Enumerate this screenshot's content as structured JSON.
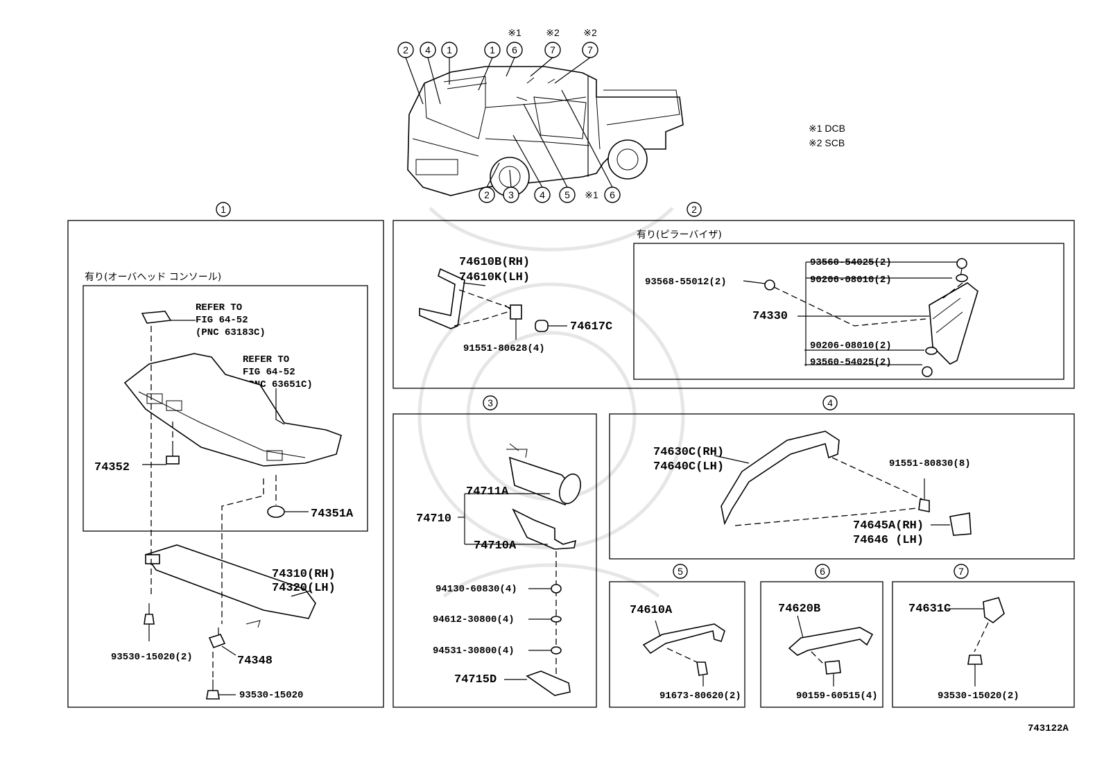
{
  "diagram_id": "743122A",
  "notes": [
    "※1 DCB",
    "※2 SCB"
  ],
  "top_callouts": {
    "upper": [
      "2",
      "4",
      "1",
      "1",
      "6",
      "7",
      "7"
    ],
    "upper_marks": [
      "※1",
      "※2",
      "※2"
    ],
    "lower": [
      "2",
      "3",
      "4",
      "5",
      "6"
    ],
    "lower_mark": "※1"
  },
  "sections": [
    {
      "num": "1"
    },
    {
      "num": "2"
    },
    {
      "num": "3"
    },
    {
      "num": "4"
    },
    {
      "num": "5"
    },
    {
      "num": "6"
    },
    {
      "num": "7"
    }
  ],
  "s1": {
    "option": "有り(オーバヘッド コンソール)",
    "ref1": [
      "REFER TO",
      "FIG 64-52",
      "(PNC 63183C)"
    ],
    "ref2": [
      "REFER TO",
      "FIG 64-52",
      "(PNC 63651C)"
    ],
    "p74352": "74352",
    "p74351A": "74351A",
    "p74310": "74310(RH)",
    "p74320": "74320(LH)",
    "p93530_2": "93530-15020(2)",
    "p74348": "74348",
    "p93530": "93530-15020"
  },
  "s2": {
    "p74610B": "74610B(RH)",
    "p74610K": "74610K(LH)",
    "p74617C": "74617C",
    "p91551": "91551-80628(4)",
    "option": "有り(ピラーバイザ)",
    "p93560a": "93560-54025(2)",
    "p90206a": "90206-08010(2)",
    "p93568": "93568-55012(2)",
    "p74330": "74330",
    "p90206b": "90206-08010(2)",
    "p93560b": "93560-54025(2)"
  },
  "s3": {
    "p74711A": "74711A",
    "p74710": "74710",
    "p74710A": "74710A",
    "p94130": "94130-60830(4)",
    "p94612": "94612-30800(4)",
    "p94531": "94531-30800(4)",
    "p74715D": "74715D"
  },
  "s4": {
    "p74630C": "74630C(RH)",
    "p74640C": "74640C(LH)",
    "p91551": "91551-80830(8)",
    "p74645A": "74645A(RH)",
    "p74646": "74646  (LH)"
  },
  "s5": {
    "p74610A": "74610A",
    "p91673": "91673-80620(2)"
  },
  "s6": {
    "p74620B": "74620B",
    "p90159": "90159-60515(4)"
  },
  "s7": {
    "p74631C": "74631C",
    "p93530": "93530-15020(2)"
  }
}
